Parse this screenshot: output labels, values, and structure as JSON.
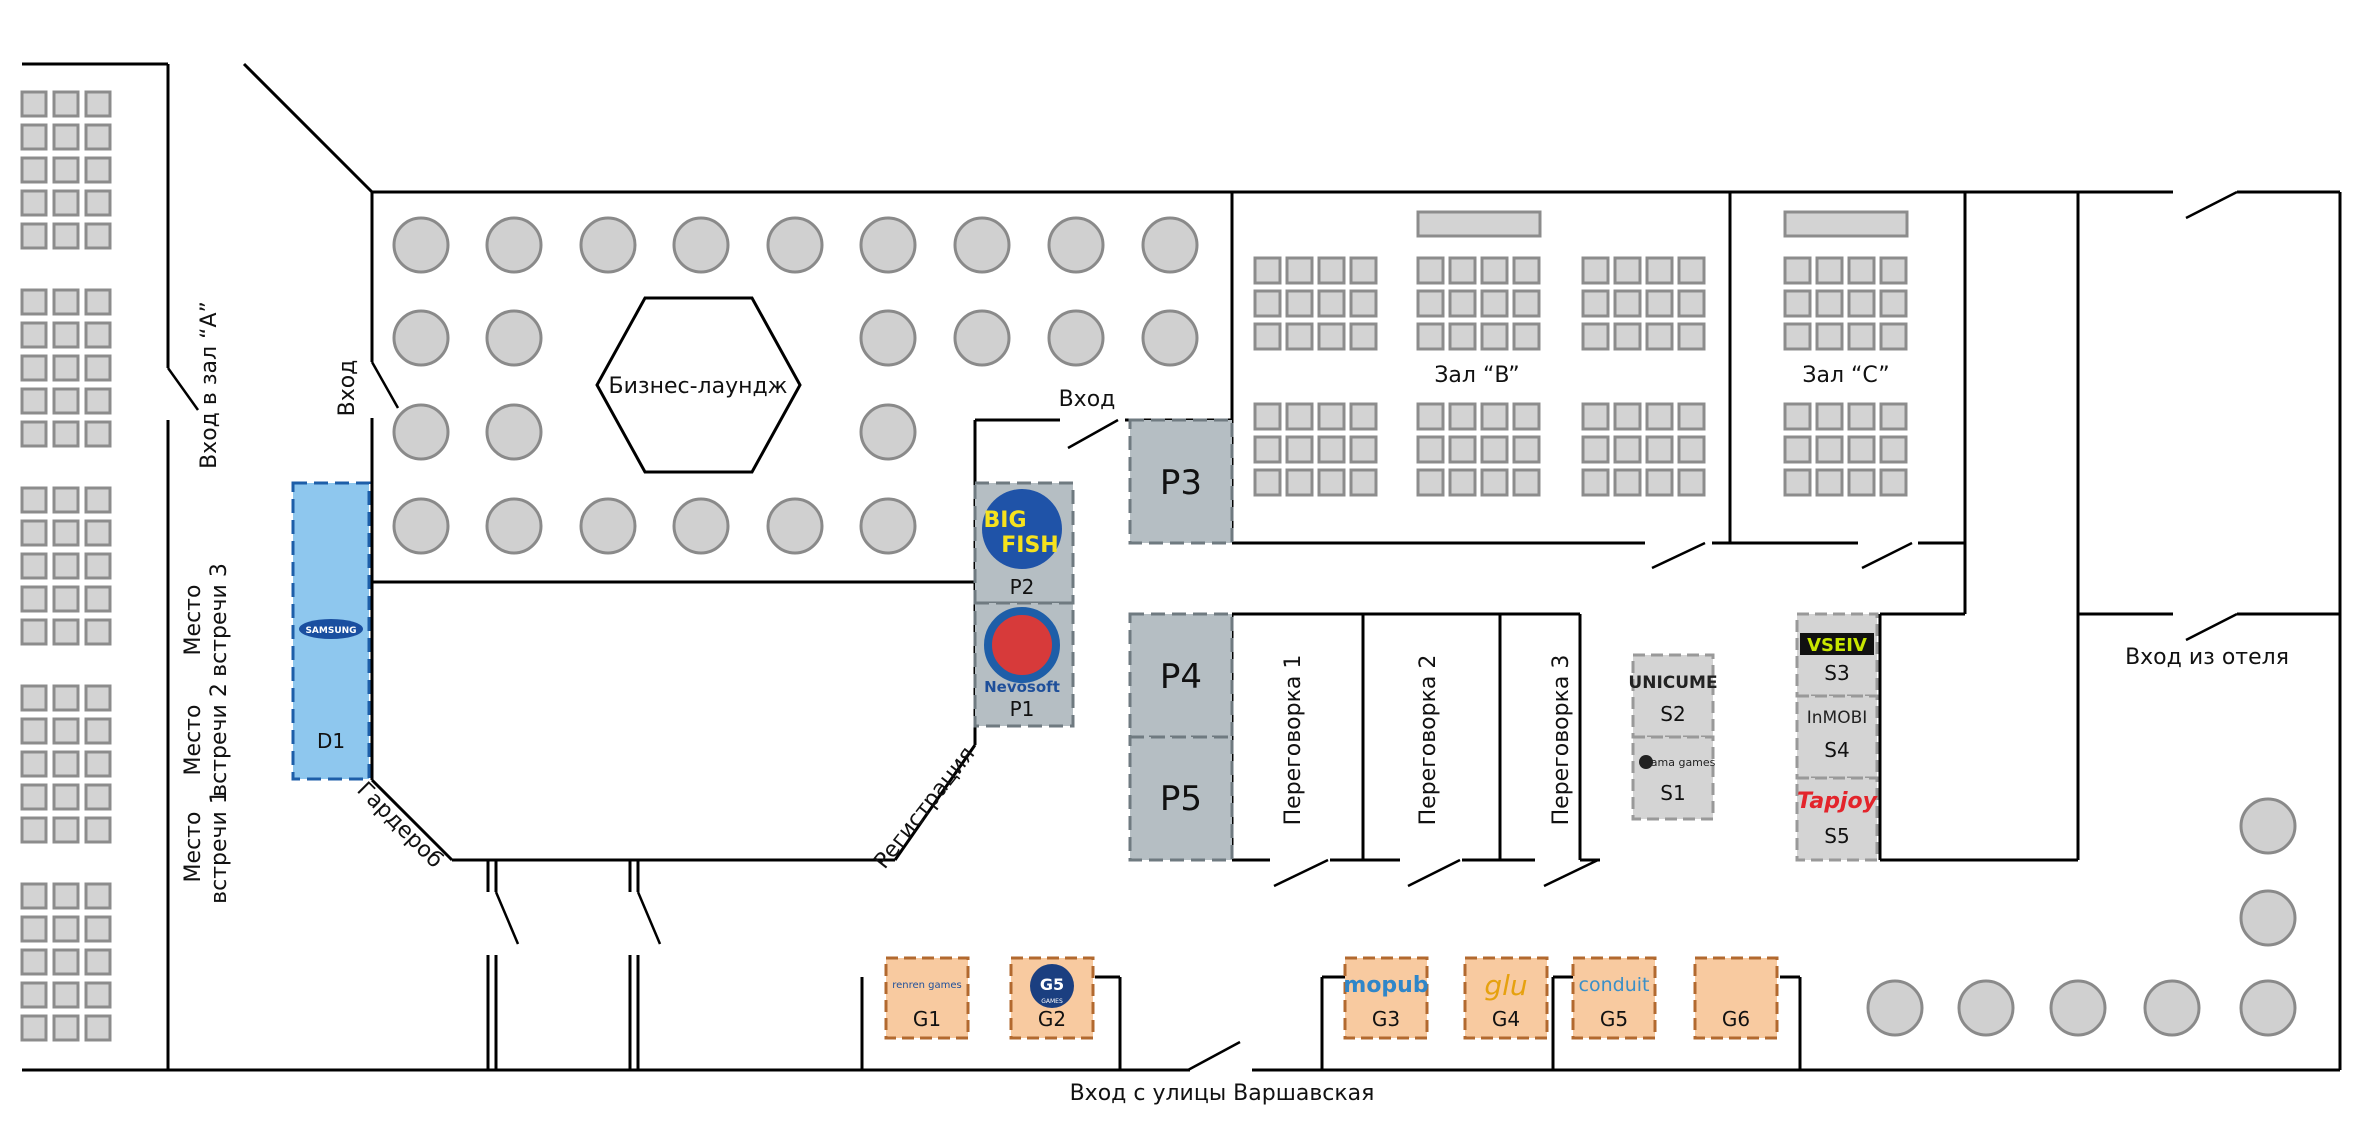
{
  "labels": {
    "entrance_hall_a": "Вход в зал “А”",
    "entrance_left": "Вход",
    "business_lounge": "Бизнес-лаундж",
    "entrance_mid": "Вход",
    "hall_b": "Зал “B”",
    "hall_c": "Зал “C”",
    "meeting_3": "Место\nвстречи 3",
    "meeting_2": "Место\nвстречи 2",
    "meeting_1": "Место\nвстречи 1",
    "wardrobe": "Гардероб",
    "registration": "Регистрация",
    "negotiation_1": "Переговорка 1",
    "negotiation_2": "Переговорка 2",
    "negotiation_3": "Переговорка 3",
    "hotel_entrance": "Вход из отеля",
    "street_entrance": "Вход с улицы Варшавская"
  },
  "booths": {
    "D1": "D1",
    "P1": "P1",
    "P2": "P2",
    "P3": "P3",
    "P4": "P4",
    "P5": "P5",
    "S1": "S1",
    "S2": "S2",
    "S3": "S3",
    "S4": "S4",
    "S5": "S5",
    "G1": "G1",
    "G2": "G2",
    "G3": "G3",
    "G4": "G4",
    "G5": "G5",
    "G6": "G6"
  },
  "logos": {
    "samsung": "SAMSUNG",
    "bigfish_1": "BIG",
    "bigfish_2": "FISH",
    "nevosoft": "Nevosoft",
    "unicume": "UNICUME",
    "kama": "kama games",
    "vseiv": "VSEIV",
    "inmobi": "InMOBI",
    "tapjoy": "Tapjoy",
    "renren": "renren games",
    "g5": "G5",
    "g5_sub": "GAMES",
    "mopub": "mopub",
    "glu": "glu",
    "conduit": "conduit"
  },
  "colors": {
    "booth_p": "#b5bec3",
    "booth_s": "#d4d4d4",
    "booth_g": "#f8caa0",
    "booth_d": "#8ec7ee",
    "seat": "#d3d3d3"
  }
}
